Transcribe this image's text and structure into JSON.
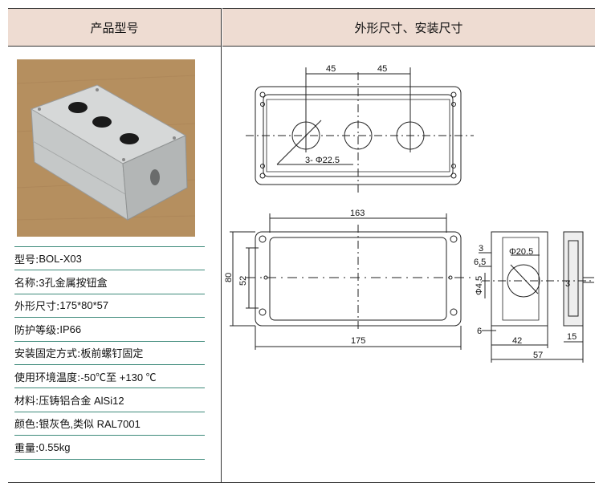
{
  "header": {
    "left_title": "产品型号",
    "right_title": "外形尺寸、安装尺寸"
  },
  "specs": [
    {
      "key": "型号:",
      "value": "BOL-X03"
    },
    {
      "key": "名称:",
      "value": "3孔金属按钮盒"
    },
    {
      "key": "外形尺寸:",
      "value": "175*80*57"
    },
    {
      "key": "防护等级:",
      "value": "IP66"
    },
    {
      "key": "安装固定方式:",
      "value": "板前螺钉固定"
    },
    {
      "key": "使用环境温度:",
      "value": "-50℃至 +130 ℃"
    },
    {
      "key": "材料:",
      "value": "压铸铝合金 AlSi12"
    },
    {
      "key": "颜色:",
      "value": "银灰色,类似 RAL7001"
    },
    {
      "key": "重量:",
      "value": "0.55kg"
    }
  ],
  "dimensions": {
    "top_view": {
      "spacing_left": "45",
      "spacing_right": "45",
      "hole_label": "3- Φ22.5"
    },
    "front_view": {
      "width_outer": "163",
      "width_inner": "175",
      "height_outer": "80",
      "height_inner": "52"
    },
    "side_view": {
      "d3_top": "3",
      "d6_5": "6,5",
      "hole": "Φ20.5",
      "d4_5": "Φ4.5",
      "d3_right": "3",
      "d6": "6",
      "d42": "42",
      "d15": "15",
      "d57": "57"
    }
  },
  "colors": {
    "header_bg": "#eedcd2",
    "rule": "#3d8a7a"
  }
}
